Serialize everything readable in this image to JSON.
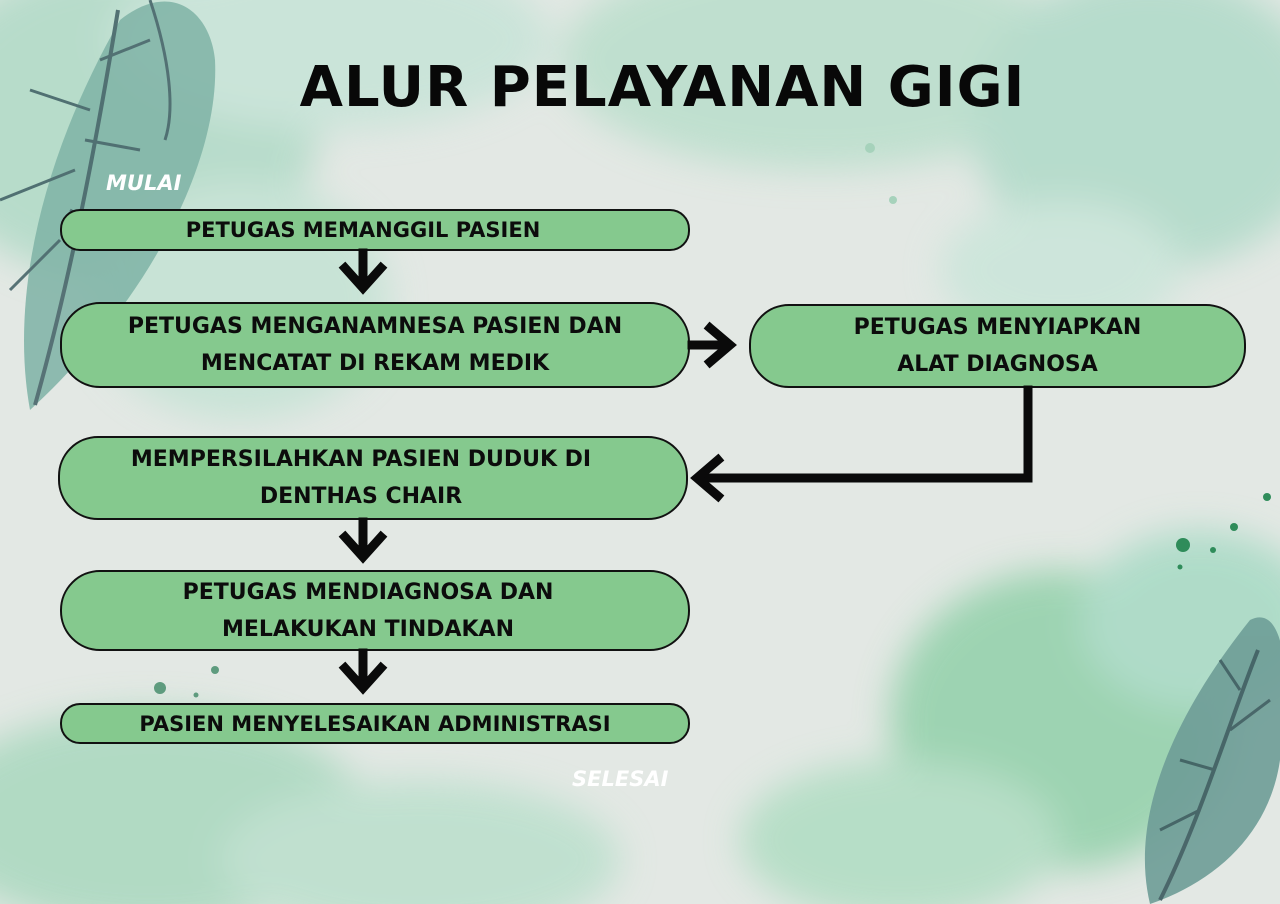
{
  "title": "ALUR PELAYANAN GIGI",
  "start_label": "MULAI",
  "end_label": "SELESAI",
  "steps": [
    {
      "id": "b1",
      "lines": [
        "PETUGAS MEMANGGIL PASIEN"
      ]
    },
    {
      "id": "b2",
      "lines": [
        "PETUGAS MENGANAMNESA PASIEN DAN",
        "MENCATAT DI REKAM MEDIK"
      ]
    },
    {
      "id": "b3",
      "lines": [
        "PETUGAS MENYIAPKAN",
        "ALAT DIAGNOSA"
      ]
    },
    {
      "id": "b4",
      "lines": [
        "MEMPERSILAHKAN PASIEN DUDUK DI",
        "DENTHAS CHAIR"
      ]
    },
    {
      "id": "b5",
      "lines": [
        "PETUGAS MENDIAGNOSA DAN",
        "MELAKUKAN TINDAKAN"
      ]
    },
    {
      "id": "b6",
      "lines": [
        "PASIEN MENYELESAIKAN ADMINISTRASI"
      ]
    }
  ],
  "colors": {
    "box_fill": "#85c98e",
    "box_border": "#111111",
    "arrow": "#0a0a0a",
    "background": "#e3e8e4",
    "leaf_dark": "#4d6f70",
    "wash_green": "#9fd3b4"
  }
}
